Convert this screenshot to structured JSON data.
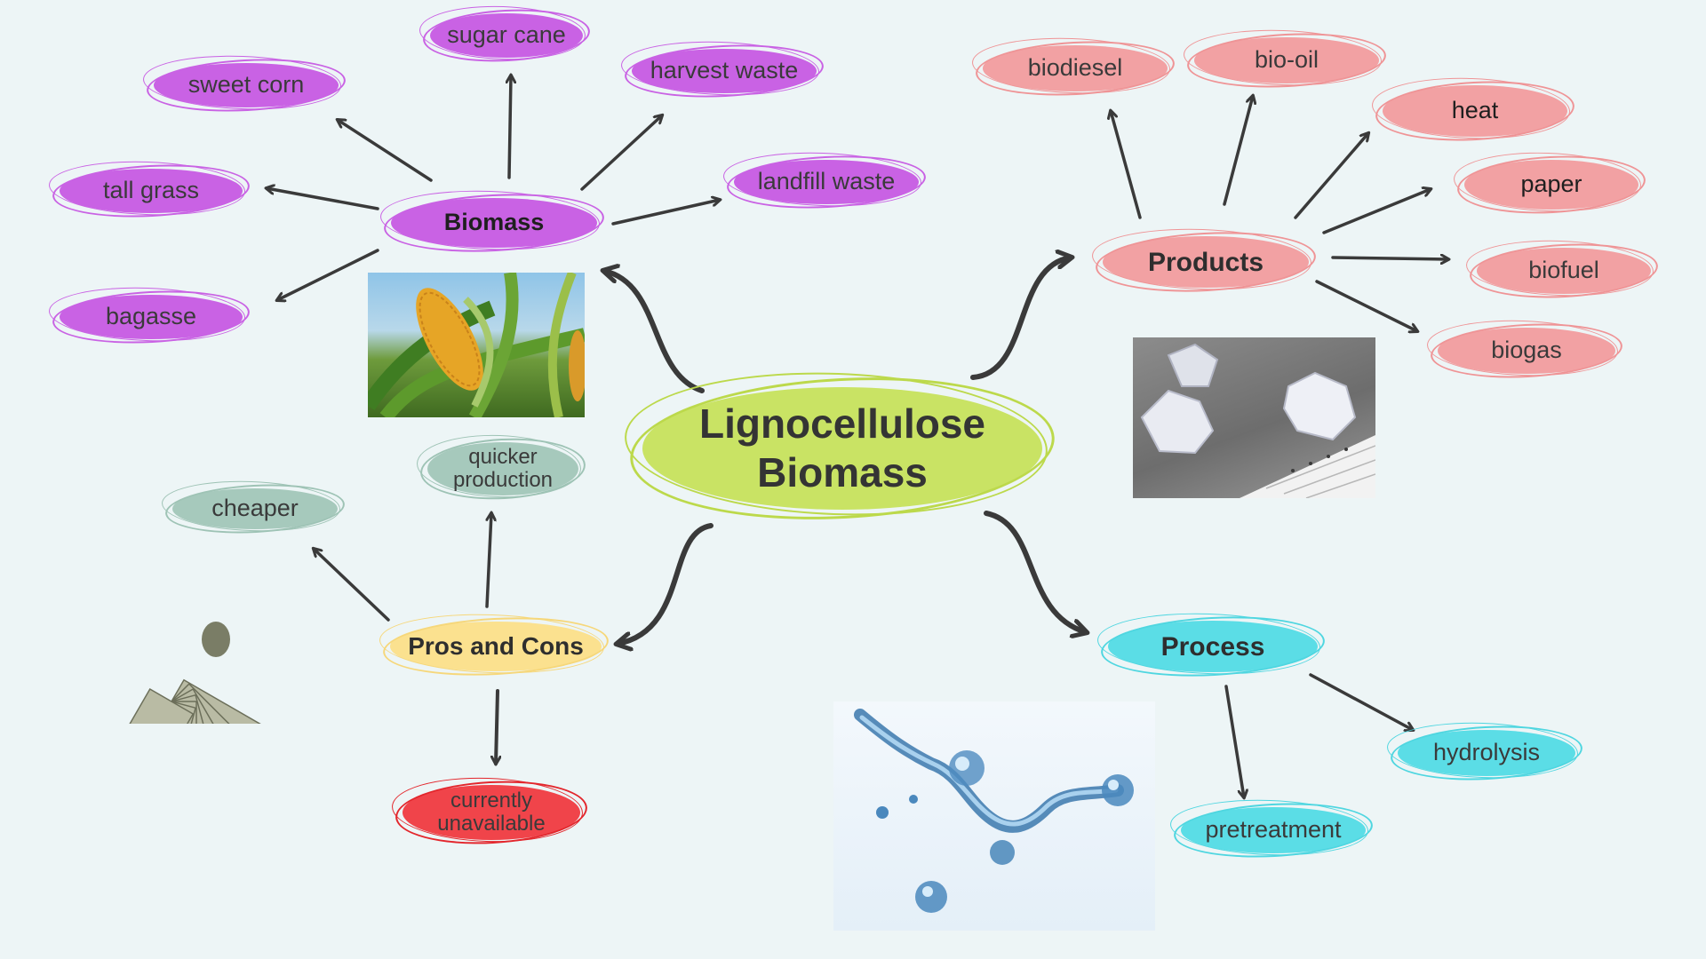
{
  "center": {
    "line1": "Lignocellulose",
    "line2": "Biomass"
  },
  "biomass": {
    "label": "Biomass",
    "items": [
      "sugar cane",
      "sweet corn",
      "harvest waste",
      "tall grass",
      "landfill waste",
      "bagasse"
    ]
  },
  "products": {
    "label": "Products",
    "items": [
      "biodiesel",
      "bio-oil",
      "heat",
      "paper",
      "biofuel",
      "biogas"
    ]
  },
  "pros_cons": {
    "label": "Pros and Cons",
    "items": [
      "cheaper",
      "quicker production",
      "currently unavailable"
    ],
    "quicker_line1": "quicker",
    "quicker_line2": "production",
    "unavail_line1": "currently",
    "unavail_line2": "unavailable"
  },
  "process": {
    "label": "Process",
    "items": [
      "hydrolysis",
      "pretreatment"
    ]
  },
  "images": [
    "corn-image",
    "crumpled-paper-image",
    "money-image",
    "water-splash-image"
  ],
  "colors": {
    "background": "#edf5f6",
    "center": "#c9e364",
    "biomass": "#c962e4",
    "products": "#f2a1a3",
    "pros_cons": "#fbe18f",
    "pros": "#a6c9bc",
    "cons": "#f0444a",
    "process": "#5bdde6",
    "arrow": "#3a3a3a"
  }
}
